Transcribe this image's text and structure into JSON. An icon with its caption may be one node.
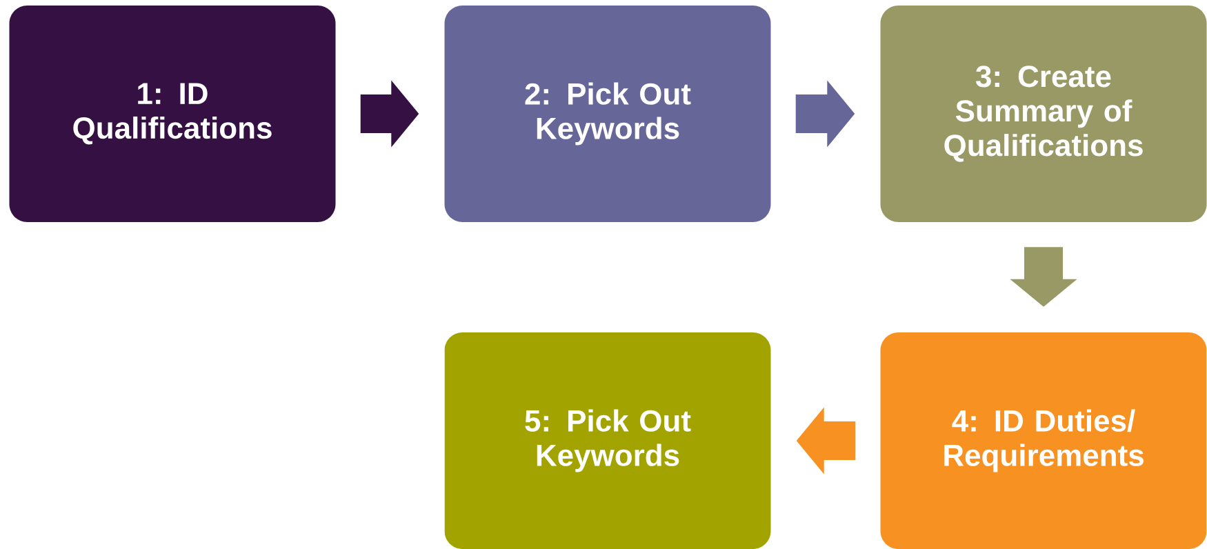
{
  "diagram": {
    "nodes": [
      {
        "text": [
          "1: ID Qualifications"
        ]
      },
      {
        "text": [
          "2: Pick Out Keywords"
        ]
      },
      {
        "text": [
          "3: Create Summary of Qualifications"
        ]
      },
      {
        "text": [
          "4: ID Duties/ Requirements"
        ]
      },
      {
        "text": [
          "5: Pick Out Keywords"
        ]
      }
    ],
    "edges": [
      {
        "from": 0,
        "to": 1,
        "arrow": "to",
        "color": "#351042"
      },
      {
        "from": 1,
        "to": 2,
        "arrow": "to",
        "color": "#666699"
      },
      {
        "from": 2,
        "to": 3,
        "arrow": "to",
        "color": "#999966"
      },
      {
        "from": 3,
        "to": 4,
        "arrow": "to",
        "color": "#f79122"
      }
    ]
  }
}
